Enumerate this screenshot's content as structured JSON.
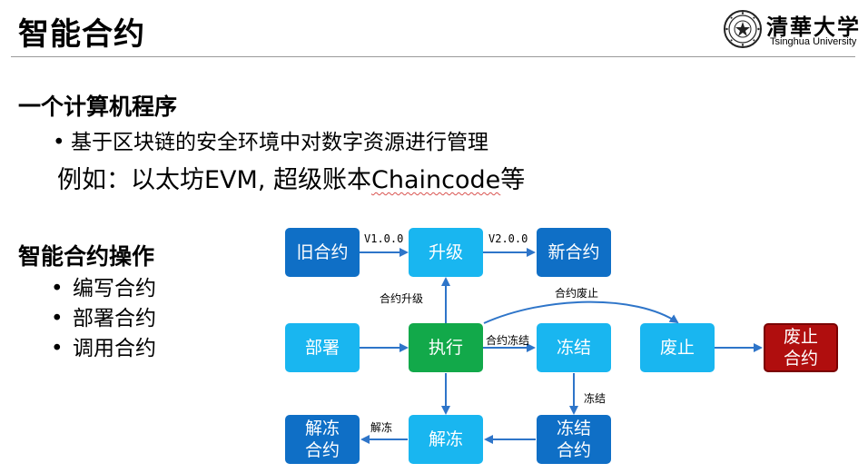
{
  "slide": {
    "title": "智能合约",
    "logo": {
      "chinese": "清華大学",
      "english": "Tsinghua University"
    },
    "section1": {
      "heading": "一个计算机程序",
      "bullet": "基于区块链的安全环境中对数字资源进行管理",
      "example_prefix": "例如：以太坊EVM, 超级账本",
      "example_word": "Chaincode",
      "example_suffix": "等"
    },
    "section2": {
      "heading": "智能合约操作",
      "items": [
        "编写合约",
        "部署合约",
        "调用合约"
      ]
    }
  },
  "diagram": {
    "nodes": {
      "old_contract": "旧合约",
      "upgrade": "升级",
      "new_contract": "新合约",
      "deploy": "部署",
      "execute": "执行",
      "freeze": "冻结",
      "abolish": "废止",
      "abolish_contract": "废止\n合约",
      "unfreeze_contract": "解冻\n合约",
      "unfreeze": "解冻",
      "frozen_contract": "冻结\n合约"
    },
    "edge_labels": {
      "v1": "V1.0.0",
      "v2": "V2.0.0",
      "contract_upgrade": "合约升级",
      "contract_abolish": "合约废止",
      "contract_freeze": "合约冻结",
      "freeze": "冻结",
      "unfreeze": "解冻"
    },
    "colors": {
      "dark_blue": "#0f6fc6",
      "light_blue": "#19b6f0",
      "green": "#12a94a",
      "red": "#b00e0e",
      "arrow": "#2e75c9"
    }
  }
}
